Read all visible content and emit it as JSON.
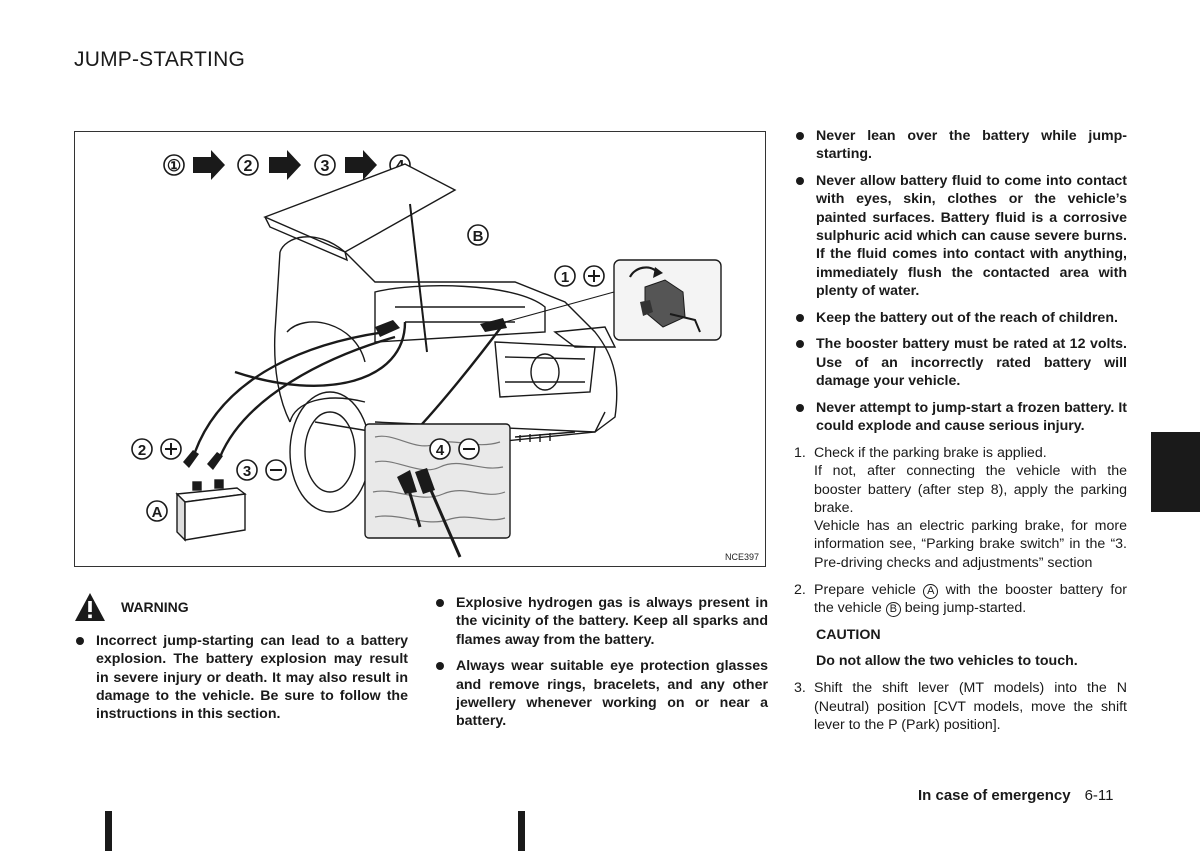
{
  "page": {
    "title": "JUMP-STARTING",
    "figure_code": "NCE397",
    "section_footer": "In case of emergency",
    "page_number": "6-11"
  },
  "figure": {
    "sequence": [
      "①",
      "②",
      "③",
      "④"
    ],
    "label_a": "A",
    "label_b": "B",
    "callout_1": "①",
    "callout_2": "②",
    "callout_3": "③",
    "callout_4": "④"
  },
  "warning": {
    "heading": "WARNING",
    "bullets": [
      "Incorrect jump-starting can lead to a battery explosion. The battery explosion may result in severe injury or death. It may also result in damage to the vehicle. Be sure to follow the instructions in this section.",
      "Explosive hydrogen gas is always present in the vicinity of the battery. Keep all sparks and flames away from the battery.",
      "Always wear suitable eye protection glasses and remove rings, bracelets, and any other jewellery whenever working on or near a battery.",
      "Never lean over the battery while jump-starting.",
      "Never allow battery fluid to come into contact with eyes, skin, clothes or the vehicle’s painted surfaces. Battery fluid is a corrosive sulphuric acid which can cause severe burns. If the fluid comes into contact with anything, immediately flush the contacted area with plenty of water.",
      "Keep the battery out of the reach of children.",
      "The booster battery must be rated at 12 volts. Use of an incorrectly rated battery will damage your vehicle.",
      "Never attempt to jump-start a frozen battery. It could explode and cause serious injury."
    ]
  },
  "steps": {
    "step1_num": "1.",
    "step1_line1": "Check if the parking brake is applied.",
    "step1_line2": "If not, after connecting the vehicle with the booster battery (after step 8), apply the parking brake.",
    "step1_line3": "Vehicle has an electric parking brake, for more information see, “Parking brake switch” in the “3. Pre-driving checks and adjustments” section",
    "step2_num": "2.",
    "step2_a": "Prepare vehicle",
    "step2_b": "with the booster battery for the vehicle",
    "step2_c": "being jump-started.",
    "caution_heading": "CAUTION",
    "caution_text": "Do not allow the two vehicles to touch.",
    "step3_num": "3.",
    "step3_text": "Shift the shift lever (MT models) into the N (Neutral) position [CVT models, move the shift lever to the P (Park) position]."
  }
}
